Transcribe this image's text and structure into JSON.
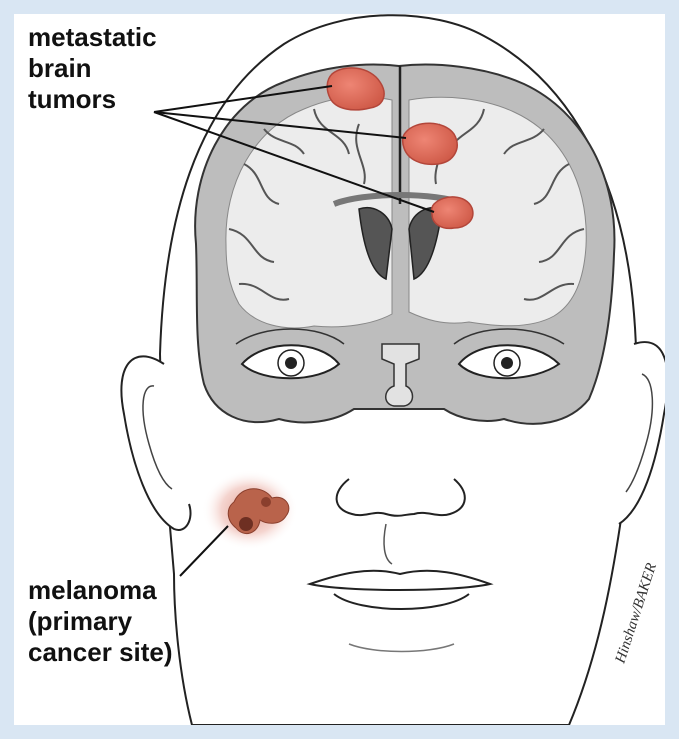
{
  "labels": {
    "tumors": "metastatic\nbrain\ntumors",
    "primary": "melanoma\n(primary\ncancer site)"
  },
  "signature": "Hinshaw/BAKER",
  "colors": {
    "frame_background": "#d9e6f3",
    "tumor": "#df6a58",
    "tumor_outline": "#b3463a",
    "melanoma": "#9a4f3a",
    "melanoma_glow": "#e9a79c",
    "brain_gray": "#bdbdbd",
    "brain_white": "#ececec",
    "line": "#222222"
  }
}
